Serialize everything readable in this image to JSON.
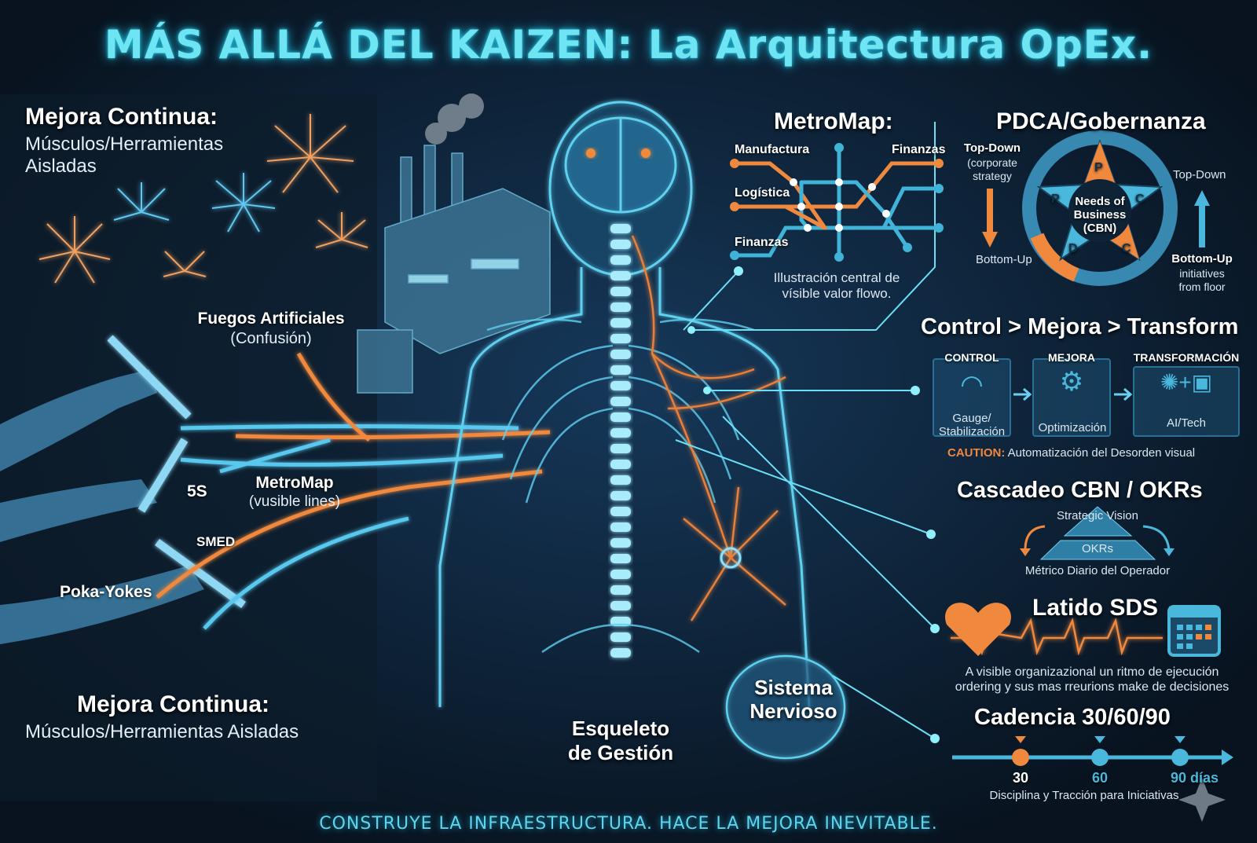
{
  "title": "MÁS ALLÁ DEL KAIZEN: La Arquitectura OpEx.",
  "footer": "CONSTRUYE LA INFRAESTRUCTURA. HACE LA MEJORA INEVITABLE.",
  "left": {
    "top_heading": "Mejora Continua:",
    "top_sub1": "Músculos/Herramientas",
    "top_sub2": "Aisladas",
    "fireworks_label": "Fuegos Artificiales",
    "fireworks_sub": "(Confusión)",
    "metromap_label": "MetroMap",
    "metromap_sub": "(vusible lines)",
    "tool_5s": "5S",
    "tool_smed": "SMED",
    "tool_poka": "Poka-Yokes",
    "bottom_heading": "Mejora Continua:",
    "bottom_sub": "Músculos/Herramientas Aisladas"
  },
  "center": {
    "skeleton1": "Esqueleto",
    "skeleton2": "de Gestión",
    "nervous1": "Sistema",
    "nervous2": "Nervioso"
  },
  "metromap": {
    "title": "MetroMap:",
    "line1": "Manufactura",
    "line2": "Finanzas",
    "line3": "Logística",
    "line4": "Finanzas",
    "caption1": "Illustración central de",
    "caption2": "vísible valor flowo.",
    "colors": {
      "orange": "#f0883e",
      "blue": "#3fb4d8"
    }
  },
  "pdca": {
    "title": "PDCA/Gobernanza",
    "td_bold": "Top-Down",
    "td_sub1": "(corporate",
    "td_sub2": "strategy",
    "bu_left": "Bottom-Up",
    "td_right": "Top-Down",
    "bu_bold": "Bottom-Up",
    "bu_sub1": "initiatives",
    "bu_sub2": "from floor",
    "center1": "Needs of",
    "center2": "Business",
    "center3": "(CBN)",
    "letters": [
      "P",
      "C",
      "C",
      "D",
      "P"
    ]
  },
  "cmt": {
    "title": "Control > Mejora > Transform",
    "steps": [
      {
        "head": "CONTROL",
        "label1": "Gauge/",
        "label2": "Stabilización"
      },
      {
        "head": "MEJORA",
        "label1": "Optimización",
        "label2": ""
      },
      {
        "head": "TRANSFORMACIÓN",
        "label1": "AI/Tech",
        "label2": ""
      }
    ],
    "caution_label": "CAUTION:",
    "caution_text": "Automatización del Desorden visual"
  },
  "cascade": {
    "title": "Cascadeo CBN / OKRs",
    "top": "Strategic Vision",
    "mid": "OKRs",
    "bottom": "Métrico Diario del Operador"
  },
  "sds": {
    "title": "Latido SDS",
    "desc1": "A visible organizazional un ritmo de ejecución",
    "desc2": "ordering y sus mas rreurions make de decisiones"
  },
  "cadence": {
    "title": "Cadencia 30/60/90",
    "m1": "30",
    "m2": "60",
    "m3": "90 días",
    "caption": "Disciplina y Tracción para Iniciativas"
  }
}
